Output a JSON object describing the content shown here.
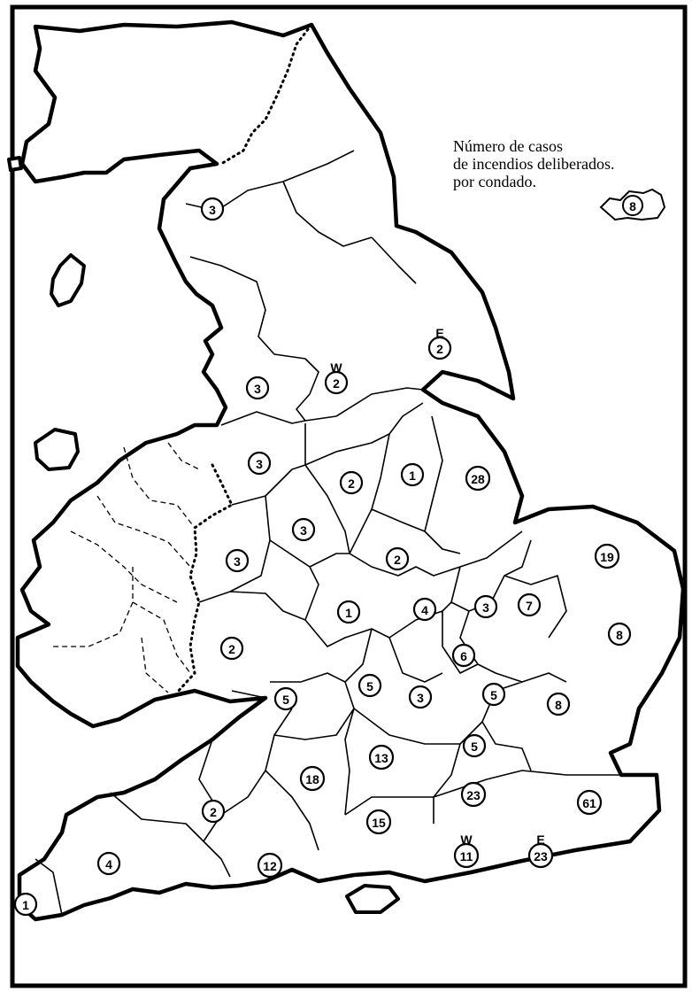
{
  "legend": {
    "lines": [
      "Número de casos",
      "de incendios deliberados.",
      "por condado."
    ],
    "sample_value": "8"
  },
  "counties": [
    {
      "id": "cumbria",
      "value": "3"
    },
    {
      "id": "lancashire",
      "value": "3"
    },
    {
      "id": "yorkshire-west",
      "value": "2",
      "sub_label": "W"
    },
    {
      "id": "yorkshire-east",
      "value": "2",
      "sub_label": "E"
    },
    {
      "id": "cheshire",
      "value": "3"
    },
    {
      "id": "derbyshire",
      "value": "2"
    },
    {
      "id": "nottinghamshire",
      "value": "1"
    },
    {
      "id": "lincolnshire",
      "value": "28"
    },
    {
      "id": "staffordshire",
      "value": "3"
    },
    {
      "id": "shropshire",
      "value": "3"
    },
    {
      "id": "leicestershire",
      "value": "2"
    },
    {
      "id": "norfolk",
      "value": "19"
    },
    {
      "id": "warwickshire",
      "value": "1"
    },
    {
      "id": "northamptonshire",
      "value": "4"
    },
    {
      "id": "huntingdonshire",
      "value": "3"
    },
    {
      "id": "cambridgeshire",
      "value": "7"
    },
    {
      "id": "suffolk",
      "value": "8"
    },
    {
      "id": "worcestershire",
      "value": "2"
    },
    {
      "id": "bedfordshire",
      "value": "6"
    },
    {
      "id": "gloucestershire",
      "value": "5"
    },
    {
      "id": "oxfordshire",
      "value": "5"
    },
    {
      "id": "buckinghamshire",
      "value": "3"
    },
    {
      "id": "hertfordshire",
      "value": "5"
    },
    {
      "id": "essex",
      "value": "8"
    },
    {
      "id": "middlesex",
      "value": "5"
    },
    {
      "id": "berkshire",
      "value": "13"
    },
    {
      "id": "wiltshire",
      "value": "18"
    },
    {
      "id": "surrey",
      "value": "23"
    },
    {
      "id": "kent",
      "value": "61"
    },
    {
      "id": "somerset",
      "value": "2"
    },
    {
      "id": "hampshire",
      "value": "15"
    },
    {
      "id": "sussex-west",
      "value": "11",
      "sub_label": "W"
    },
    {
      "id": "sussex-east",
      "value": "23",
      "sub_label": "E"
    },
    {
      "id": "devon",
      "value": "4"
    },
    {
      "id": "dorset",
      "value": "12"
    },
    {
      "id": "cornwall",
      "value": "1"
    }
  ]
}
